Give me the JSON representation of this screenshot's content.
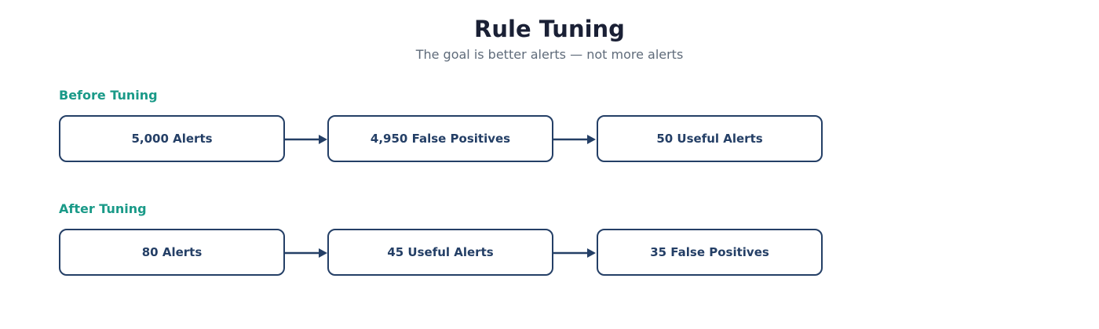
{
  "header": {
    "title": "Rule Tuning",
    "subtitle": "The goal is better alerts — not more alerts"
  },
  "sections": [
    {
      "label": "Before Tuning",
      "steps": [
        "5,000 Alerts",
        "4,950 False Positives",
        "50 Useful Alerts"
      ]
    },
    {
      "label": "After Tuning",
      "steps": [
        "80 Alerts",
        "45 Useful Alerts",
        "35 False Positives"
      ]
    }
  ],
  "colors": {
    "title": "#1a2035",
    "subtitle": "#5f6b7a",
    "section_label": "#1a9a88",
    "box_border": "#243f66",
    "box_text": "#243f66",
    "arrow": "#243f66"
  },
  "icons": {
    "connector": "arrow-right-icon"
  }
}
